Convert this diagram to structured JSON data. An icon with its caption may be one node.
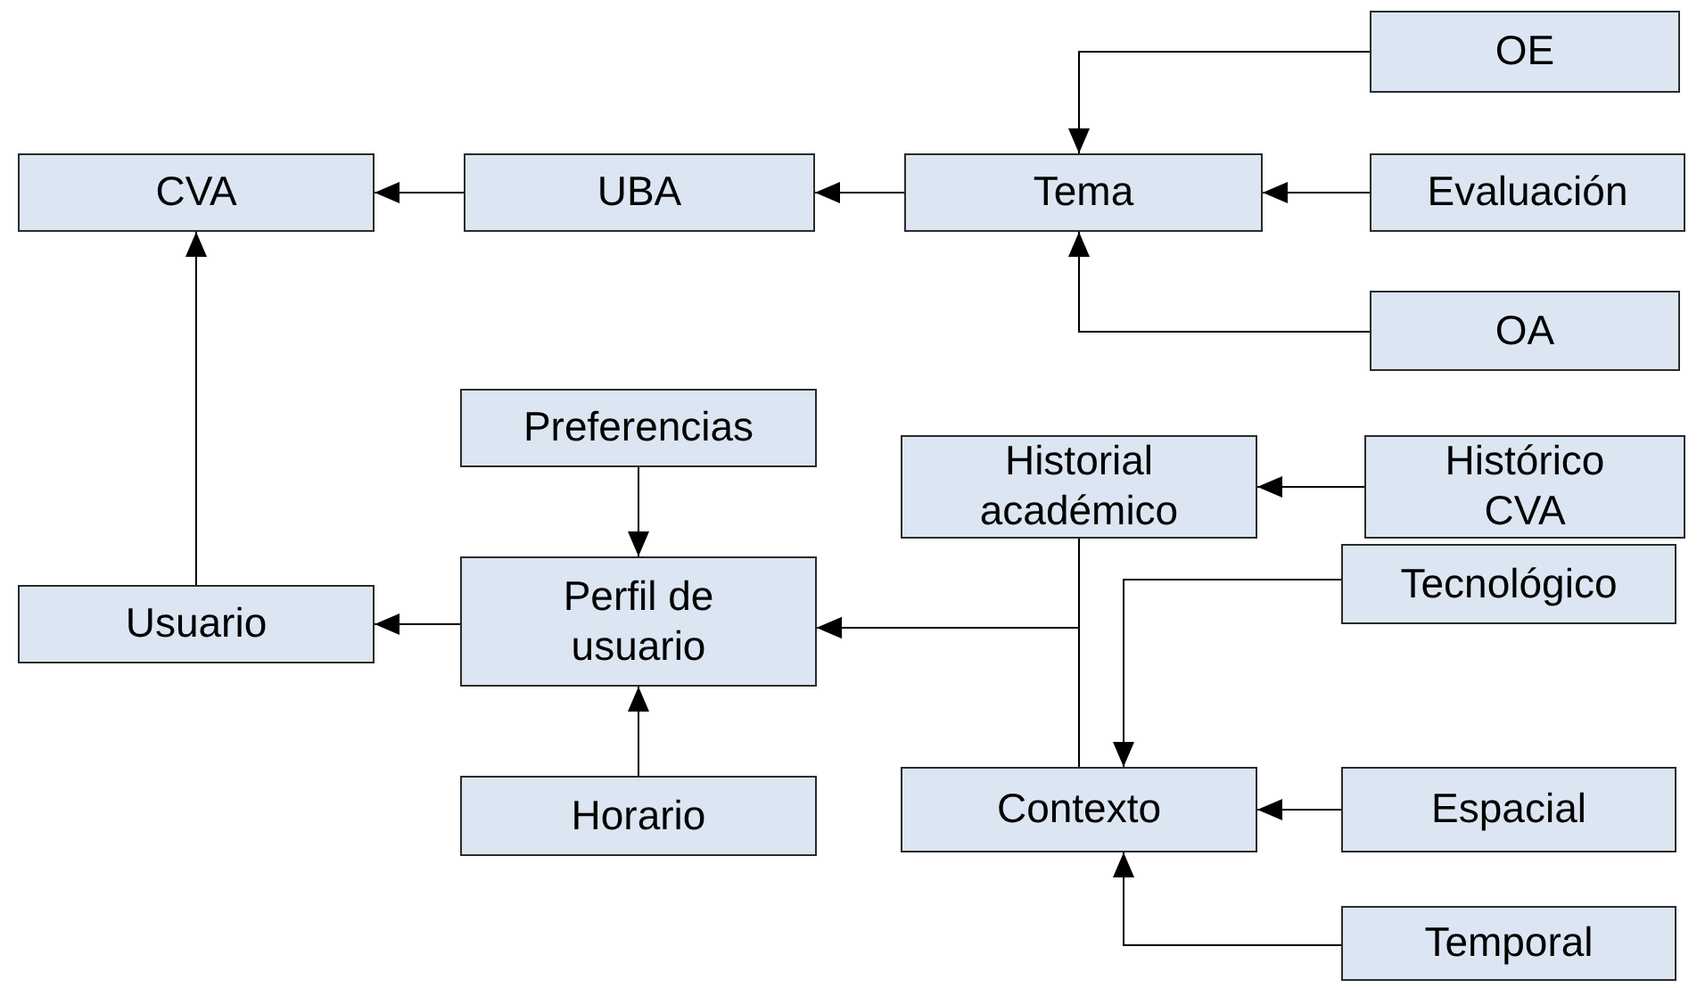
{
  "diagram": {
    "nodes": [
      {
        "text": [
          "CVA"
        ]
      },
      {
        "text": [
          "UBA"
        ]
      },
      {
        "text": [
          "Tema"
        ]
      },
      {
        "text": [
          "OE"
        ]
      },
      {
        "text": [
          "Evaluación"
        ]
      },
      {
        "text": [
          "OA"
        ]
      },
      {
        "text": [
          "Preferencias"
        ]
      },
      {
        "text": [
          "Historial académico"
        ]
      },
      {
        "text": [
          "Histórico CVA"
        ]
      },
      {
        "text": [
          "Usuario"
        ]
      },
      {
        "text": [
          "Perfil de usuario"
        ]
      },
      {
        "text": [
          "Tecnológico"
        ]
      },
      {
        "text": [
          "Horario"
        ]
      },
      {
        "text": [
          "Contexto"
        ]
      },
      {
        "text": [
          "Espacial"
        ]
      },
      {
        "text": [
          "Temporal"
        ]
      }
    ],
    "edges": [
      {
        "from": 1,
        "to": 0,
        "arrow": "to"
      },
      {
        "from": 2,
        "to": 1,
        "arrow": "to"
      },
      {
        "from": 3,
        "to": 2,
        "arrow": "to"
      },
      {
        "from": 4,
        "to": 2,
        "arrow": "to"
      },
      {
        "from": 5,
        "to": 2,
        "arrow": "to"
      },
      {
        "from": 9,
        "to": 0,
        "arrow": "to"
      },
      {
        "from": 6,
        "to": 10,
        "arrow": "to"
      },
      {
        "from": 12,
        "to": 10,
        "arrow": "to"
      },
      {
        "from": 10,
        "to": 9,
        "arrow": "to"
      },
      {
        "from": 7,
        "to": 10,
        "arrow": "to"
      },
      {
        "from": 13,
        "to": 10,
        "arrow": "to"
      },
      {
        "from": 8,
        "to": 7,
        "arrow": "to"
      },
      {
        "from": 11,
        "to": 13,
        "arrow": "to"
      },
      {
        "from": 14,
        "to": 13,
        "arrow": "to"
      },
      {
        "from": 15,
        "to": 13,
        "arrow": "to"
      }
    ]
  }
}
